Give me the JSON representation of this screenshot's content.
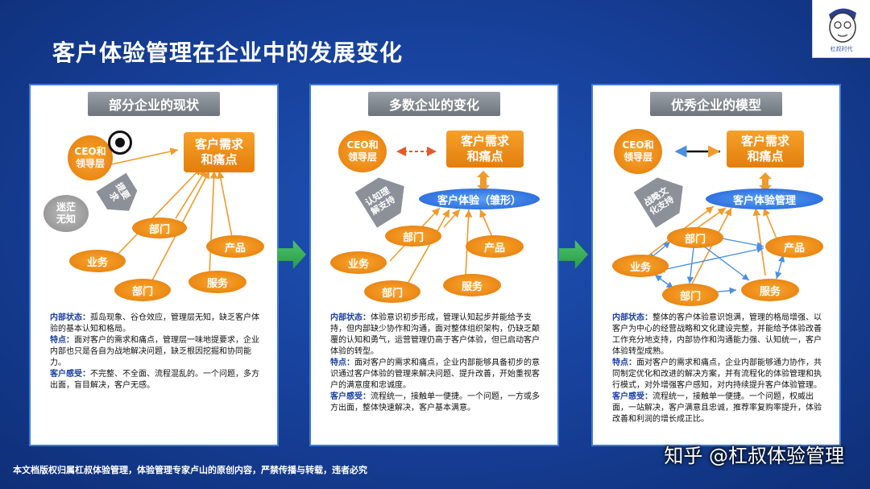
{
  "title": "客户体验管理在企业中的发展变化",
  "logo_text": "杠叔时代",
  "footer": "本文档版权归属杠叔体验管理，体验管理专家卢山的原创内容，严禁传播与转载，违者必究",
  "watermark": "知乎 @杠叔体验管理",
  "colors": {
    "background": "#163f97",
    "orange": "#f0901c",
    "blue_label": "#1b3fa0",
    "green_arrow": "#3cb35a",
    "panel_title": "#80868e"
  },
  "panels": [
    {
      "title": "部分企业的现状",
      "ceo": "CEO和领导层",
      "needs": "客户需求和痛点",
      "side_arrow": "提要求",
      "cloud": "迷茫无知",
      "depts": {
        "bumen_top": "部门",
        "yewu": "业务",
        "chanpin": "产品",
        "bumen_bottom": "部门",
        "fuwu": "服务"
      },
      "desc": [
        {
          "label": "内部状态：",
          "text": "孤岛现象、谷仓效应，管理层无知，缺乏客户体验的基本认知和格局。"
        },
        {
          "label": "特点：",
          "text": "面对客户的需求和痛点，管理层一味地提要求，企业内部也只是各自为战地解决问题，缺乏根因挖掘和协同能力。"
        },
        {
          "label": "客户感受：",
          "text": "不完整、不全面、流程混乱的。一个问题，多方出面，盲目解决，客户无感。"
        }
      ]
    },
    {
      "title": "多数企业的变化",
      "ceo": "CEO和领导层",
      "needs": "客户需求和痛点",
      "side_arrow": "认知理解支持",
      "hub": "客户体验（雏形）",
      "depts": {
        "bumen_top": "部门",
        "yewu": "业务",
        "chanpin": "产品",
        "bumen_bottom": "部门",
        "fuwu": "服务"
      },
      "desc": [
        {
          "label": "内部状态：",
          "text": "体验意识初步形成，管理认知起步并能给予支持，但内部缺少协作和沟通，面对整体组织架构，仍缺乏颠覆的认知和勇气，运营管理仍高于客户体验，但已启动客户体验的转型。"
        },
        {
          "label": "特点：",
          "text": "面对客户的需求和痛点，企业内部能够具备初步的意识通过客户体验的管理来解决问题、提升改善，开始重视客户的满意度和忠诚度。"
        },
        {
          "label": "客户感受：",
          "text": "流程统一，接触单一便捷。一个问题，一方或多方出面，整体快速解决，客户基本满意。"
        }
      ]
    },
    {
      "title": "优秀企业的模型",
      "ceo": "CEO和领导层",
      "needs": "客户需求和痛点",
      "side_arrow": "战略文化支持",
      "hub": "客户体验管理",
      "depts": {
        "bumen_top": "部门",
        "yewu": "业务",
        "chanpin": "产品",
        "bumen_bottom": "部门",
        "fuwu": "服务"
      },
      "desc": [
        {
          "label": "内部状态：",
          "text": "整体的客户体验意识饱满，管理的格局增强、以客户为中心的经营战略和文化建设完整，并能给予体验改善工作充分地支持，内部协作和沟通能力强、认知统一，客户体验转型成熟。"
        },
        {
          "label": "特点：",
          "text": "面对客户的需求和痛点，企业内部能够通力协作，共同制定优化和改进的解决方案，并有流程化的体验管理和执行模式，对外增强客户感知，对内持续提升客户体验管理。"
        },
        {
          "label": "客户感受：",
          "text": "流程统一，接触单一便捷。一个问题，权威出面，一站解决，客户满意且忠诚，推荐率复购率提升，体验改善和利润的增长成正比。"
        }
      ]
    }
  ]
}
